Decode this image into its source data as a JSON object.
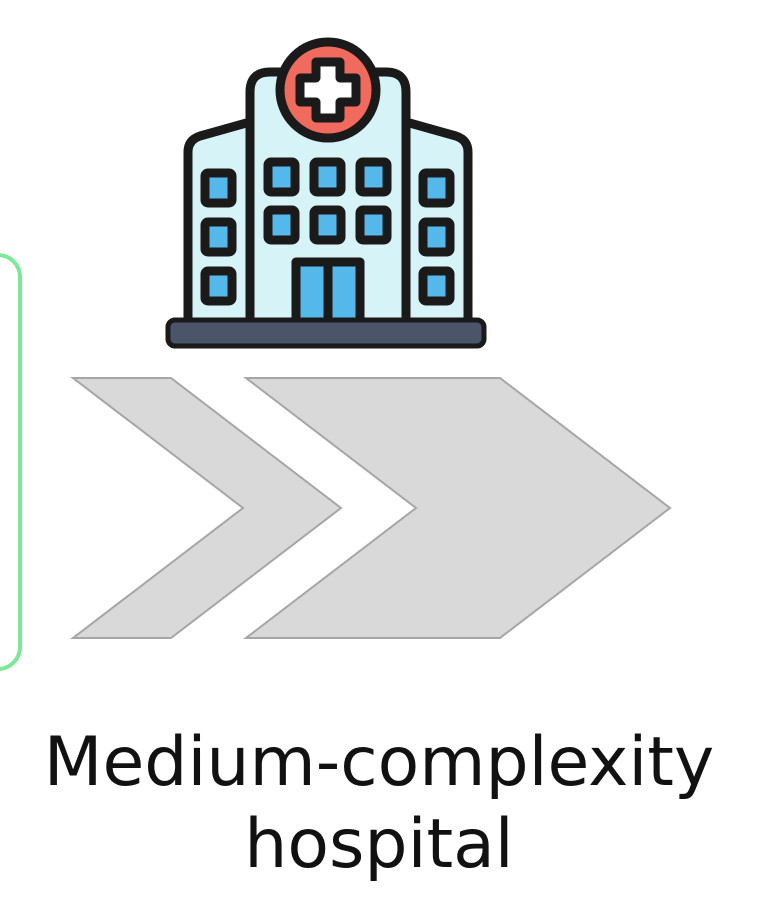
{
  "caption": {
    "line1": "Medium-complexity",
    "line2": "hospital"
  },
  "icons": {
    "building": "hospital-building-icon",
    "cross": "medical-cross-icon"
  },
  "arrows": {
    "count": 2,
    "direction": "right"
  },
  "colors": {
    "arrow_fill": "#d9d9d9",
    "arrow_stroke": "#a6a6a6",
    "building_fill": "#d6f3f7",
    "window_fill": "#54b8ea",
    "cross_circle": "#f06a5e",
    "outline": "#1a1a1a",
    "base": "#4b5468",
    "left_accent": "#7ee89a",
    "text": "#111111"
  }
}
